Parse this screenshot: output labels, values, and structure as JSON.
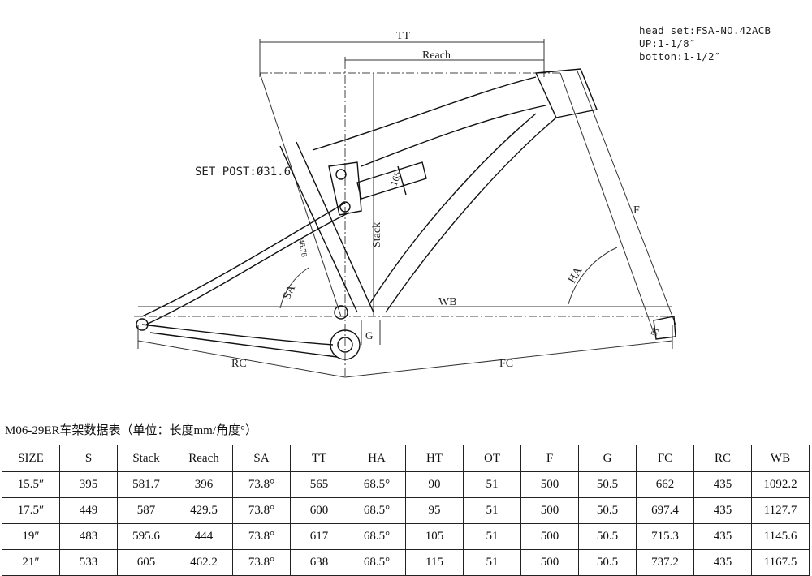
{
  "notes": {
    "head_set": "head set:FSA-NO.42ACB",
    "up": "UP:1-1/8″",
    "bottom": "botton:1-1/2″"
  },
  "labels": {
    "tt": "TT",
    "reach": "Reach",
    "stack": "Stack",
    "set_post": "SET POST:Ø31.6",
    "f": "F",
    "ha": "HA",
    "sa": "SA",
    "wb": "WB",
    "rc": "RC",
    "fc": "FC",
    "g": "G",
    "shock": "165",
    "seat_len": "46.78",
    "fork_len": "51"
  },
  "table": {
    "caption": "M06-29ER车架数据表（单位：长度mm/角度°）",
    "headers": [
      "SIZE",
      "S",
      "Stack",
      "Reach",
      "SA",
      "TT",
      "HA",
      "HT",
      "OT",
      "F",
      "G",
      "FC",
      "RC",
      "WB"
    ],
    "rows": [
      [
        "15.5″",
        "395",
        "581.7",
        "396",
        "73.8°",
        "565",
        "68.5°",
        "90",
        "51",
        "500",
        "50.5",
        "662",
        "435",
        "1092.2"
      ],
      [
        "17.5″",
        "449",
        "587",
        "429.5",
        "73.8°",
        "600",
        "68.5°",
        "95",
        "51",
        "500",
        "50.5",
        "697.4",
        "435",
        "1127.7"
      ],
      [
        "19″",
        "483",
        "595.6",
        "444",
        "73.8°",
        "617",
        "68.5°",
        "105",
        "51",
        "500",
        "50.5",
        "715.3",
        "435",
        "1145.6"
      ],
      [
        "21″",
        "533",
        "605",
        "462.2",
        "73.8°",
        "638",
        "68.5°",
        "115",
        "51",
        "500",
        "50.5",
        "737.2",
        "435",
        "1167.5"
      ]
    ]
  }
}
